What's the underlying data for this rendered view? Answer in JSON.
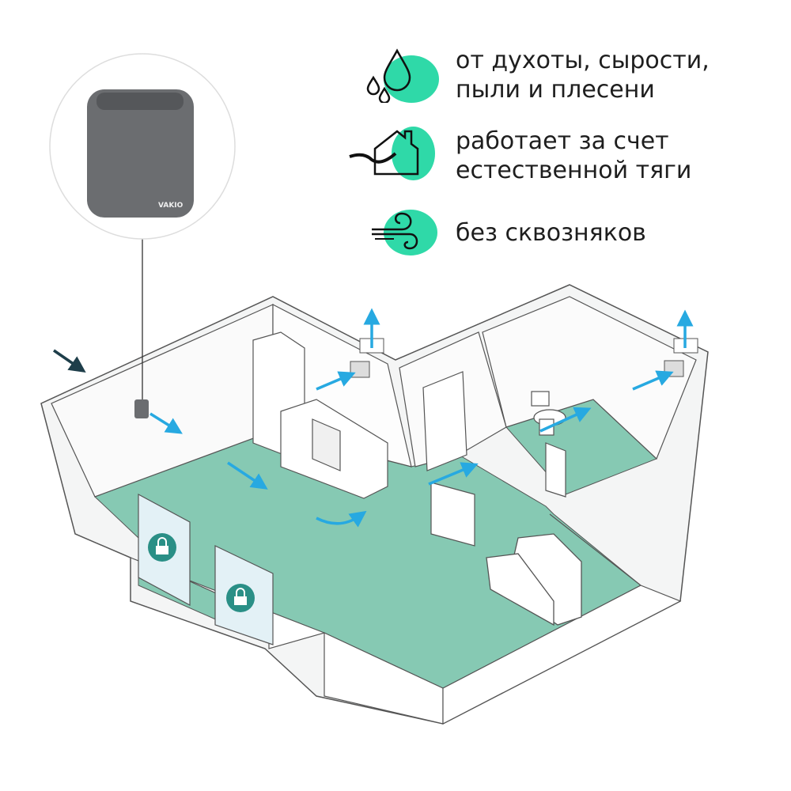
{
  "features": [
    {
      "icon": "water-drops-icon",
      "lines": [
        "от духоты, сырости,",
        "пыли и плесени"
      ]
    },
    {
      "icon": "house-airflow-icon",
      "lines": [
        "работает за счет",
        "естественной тяги"
      ]
    },
    {
      "icon": "wind-swirl-icon",
      "lines": [
        "без сквозняков"
      ]
    }
  ],
  "product": {
    "brand": "VAKIO"
  },
  "colors": {
    "accent": "#2fd9a8",
    "floor": "#86c9b3",
    "arrow": "#27a9e1",
    "lock": "#2a8f86",
    "device": "#6b6d70"
  }
}
